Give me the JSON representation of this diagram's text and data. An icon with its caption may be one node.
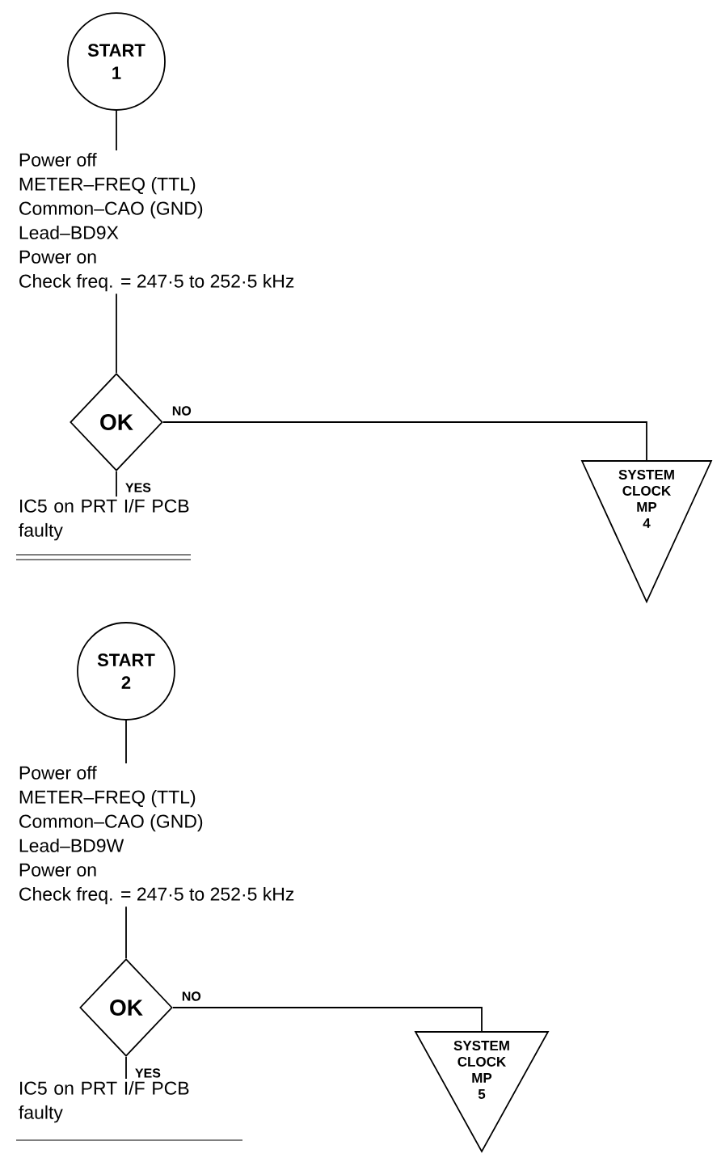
{
  "diagram": {
    "nodes": [
      {
        "text": [
          "START",
          "1"
        ]
      },
      {
        "text": [
          "Power off",
          "METER–FREQ (TTL)",
          "Common–CAO (GND)",
          "Lead–BD9X",
          "Power on",
          "Check freq. = 247·5 to 252·5 kHz"
        ]
      },
      {
        "text": [
          "OK"
        ]
      },
      {
        "text": [
          "IC5 on PRT I/F PCB faulty"
        ]
      },
      {
        "text": [
          "SYSTEM CLOCK MP",
          "4"
        ]
      },
      {
        "text": [
          "START",
          "2"
        ]
      },
      {
        "text": [
          "Power off",
          "METER–FREQ (TTL)",
          "Common–CAO (GND)",
          "Lead–BD9W",
          "Power on",
          "Check freq. = 247·5 to 252·5 kHz"
        ]
      },
      {
        "text": [
          "OK"
        ]
      },
      {
        "text": [
          "IC5 on PRT I/F PCB faulty"
        ]
      },
      {
        "text": [
          "SYSTEM CLOCK MP",
          "5"
        ]
      }
    ],
    "edges": [
      {
        "from": 0,
        "to": 1,
        "arrow": "none"
      },
      {
        "from": 1,
        "to": 2,
        "arrow": "none"
      },
      {
        "from": 2,
        "to": 3,
        "arrow": "none",
        "label": "YES"
      },
      {
        "from": 2,
        "to": 4,
        "arrow": "none",
        "label": "NO"
      },
      {
        "from": 5,
        "to": 6,
        "arrow": "none"
      },
      {
        "from": 6,
        "to": 7,
        "arrow": "none"
      },
      {
        "from": 7,
        "to": 8,
        "arrow": "none",
        "label": "YES"
      },
      {
        "from": 7,
        "to": 9,
        "arrow": "none",
        "label": "NO"
      }
    ]
  }
}
